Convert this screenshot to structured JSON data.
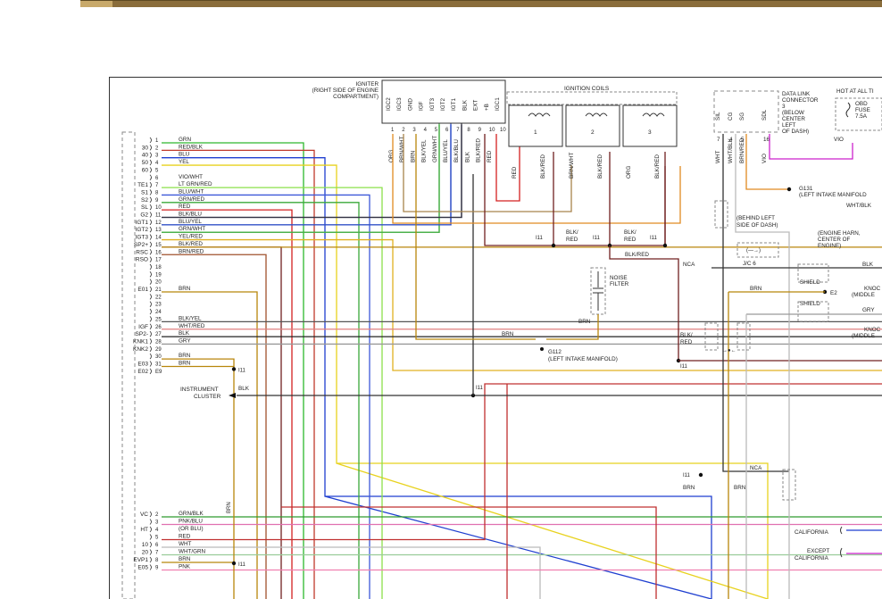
{
  "igniter": {
    "title_lines": [
      "IGNITER",
      "(RIGHT SIDE OF ENGINE",
      "COMPARTMENT)"
    ],
    "pins": [
      {
        "name": "IGC2",
        "num": "1"
      },
      {
        "name": "IGC3",
        "num": "2"
      },
      {
        "name": "GND",
        "num": "3"
      },
      {
        "name": "IGF",
        "num": "4"
      },
      {
        "name": "IGT3",
        "num": "5"
      },
      {
        "name": "IGT2",
        "num": "6"
      },
      {
        "name": "IGT1",
        "num": "7"
      },
      {
        "name": "BLK",
        "num": "8"
      },
      {
        "name": "EXT",
        "num": "9"
      },
      {
        "name": "+B",
        "num": "10"
      },
      {
        "name": "IGC1",
        "num": "10"
      }
    ],
    "wire_colors": [
      "ORG",
      "BRN/WHT",
      "BRN",
      "BLK/YEL",
      "GRN/WHT",
      "BLU/YEL",
      "BLK/BLU",
      "BLK",
      "BLK/RED",
      "RED"
    ]
  },
  "coils": {
    "title": "IGNITION COILS",
    "units": [
      "1",
      "2",
      "3"
    ],
    "wire_labels": [
      "RED",
      "BLK/RED",
      "BRN/WHT",
      "BLK/RED",
      "ORG",
      "BLK/RED"
    ]
  },
  "splices": {
    "i11": "I11",
    "blk_red_a": "BLK/ RED",
    "blk_red_b": "BLK/ RED",
    "blk_red_c": "BLK/RED",
    "blk_red_d": "BLK/ RED"
  },
  "noise_filter": {
    "lines": [
      "NOISE",
      "FILTER"
    ],
    "wire": "BRN"
  },
  "ground_g112": {
    "id": "G112",
    "location": "(LEFT INTAKE MANIFOLD)",
    "wire": "BRN"
  },
  "data_link": {
    "pins": [
      "SIL",
      "CG",
      "SG",
      "SDL"
    ],
    "pin_nums": [
      "7",
      "4",
      "5",
      "16"
    ],
    "title_lines": [
      "DATA LINK",
      "CONNECTOR",
      "3",
      "(BELOW",
      "CENTER",
      "LEFT",
      "OF DASH)"
    ],
    "wires": [
      "WHT",
      "WHT/BLK",
      "BRN/RED",
      "VIO"
    ]
  },
  "hot_at_all_times": {
    "title": "HOT AT ALL TI",
    "fuse_lines": [
      "OBD",
      "FUSE",
      "7.5A"
    ],
    "wire": "VIO"
  },
  "ground_g131": {
    "id": "G131",
    "location": "(LEFT INTAKE MANIFOLD",
    "wire": "WHT/BLK"
  },
  "jc6": {
    "label": "J/C 6",
    "location_lines": [
      "(BEHIND LEFT",
      "SIDE OF DASH)"
    ]
  },
  "engine_harness": {
    "lines": [
      "(ENGINE HARN,",
      "CENTER OF",
      "ENGINE)"
    ]
  },
  "knock": {
    "shield": "SHIELD",
    "e2": "E2",
    "lines_a": [
      "KNOC",
      "(MIDDLE"
    ],
    "lines_b": [
      "KNOC",
      "(MIDDLE"
    ],
    "wire_blk": "BLK",
    "wire_gry": "GRY",
    "wire_brn": "BRN"
  },
  "nca": "NCA",
  "right_misc": {
    "i11": "I11",
    "brn_a": "BRN",
    "brn_b": "BRN",
    "nca": "NCA",
    "blk_red": "BLK/ RED"
  },
  "california": {
    "cal": "CALIFORNIA",
    "except": [
      "EXCEPT",
      "CALIFORNIA"
    ]
  },
  "instrument_cluster": {
    "lines": [
      "INSTRUMENT",
      "CLUSTER"
    ],
    "wire": "BLK"
  },
  "ecm_rows": [
    {
      "sig": "",
      "num": "1",
      "wire": "GRN",
      "color": "#2db82d"
    },
    {
      "sig": "30",
      "num": "2",
      "wire": "RED/BLK",
      "color": "#c0392b"
    },
    {
      "sig": "40",
      "num": "3",
      "wire": "BLU",
      "color": "#1f3fd0"
    },
    {
      "sig": "50",
      "num": "4",
      "wire": "YEL",
      "color": "#e8d21e"
    },
    {
      "sig": "60",
      "num": "5",
      "wire": "",
      "color": ""
    },
    {
      "sig": "",
      "num": "6",
      "wire": "VIO/WHT",
      "color": "#a040c0"
    },
    {
      "sig": "TE1",
      "num": "7",
      "wire": "LT GRN/RED",
      "color": "#8be04a"
    },
    {
      "sig": "S1",
      "num": "8",
      "wire": "BLU/WHT",
      "color": "#3c58d8"
    },
    {
      "sig": "S2",
      "num": "9",
      "wire": "GRN/RED",
      "color": "#3aa83a"
    },
    {
      "sig": "SL",
      "num": "10",
      "wire": "RED",
      "color": "#d42020"
    },
    {
      "sig": "G2",
      "num": "11",
      "wire": "BLK/BLU",
      "color": "#334"
    },
    {
      "sig": "IGT1",
      "num": "12",
      "wire": "BLU/YEL",
      "color": "#3050c8"
    },
    {
      "sig": "IGT2",
      "num": "13",
      "wire": "GRN/WHT",
      "color": "#48b048"
    },
    {
      "sig": "IGT3",
      "num": "14",
      "wire": "YEL/RED",
      "color": "#e0b020"
    },
    {
      "sig": "SP2+",
      "num": "15",
      "wire": "BLK/RED",
      "color": "#702020"
    },
    {
      "sig": "RSC",
      "num": "16",
      "wire": "BRN/RED",
      "color": "#a0522d"
    },
    {
      "sig": "RSO",
      "num": "17",
      "wire": "",
      "color": ""
    },
    {
      "sig": "",
      "num": "18",
      "wire": "",
      "color": ""
    },
    {
      "sig": "",
      "num": "19",
      "wire": "",
      "color": ""
    },
    {
      "sig": "",
      "num": "20",
      "wire": "",
      "color": ""
    },
    {
      "sig": "E01",
      "num": "21",
      "wire": "BRN",
      "color": "#b8860b"
    },
    {
      "sig": "",
      "num": "22",
      "wire": "",
      "color": ""
    },
    {
      "sig": "",
      "num": "23",
      "wire": "",
      "color": ""
    },
    {
      "sig": "",
      "num": "24",
      "wire": "",
      "color": ""
    },
    {
      "sig": "",
      "num": "25",
      "wire": "BLK/YEL",
      "color": "#555"
    },
    {
      "sig": "IGF",
      "num": "26",
      "wire": "WHT/RED",
      "color": "#e08080"
    },
    {
      "sig": "SP2-",
      "num": "27",
      "wire": "BLK",
      "color": "#222"
    },
    {
      "sig": "KNK1",
      "num": "28",
      "wire": "GRY",
      "color": "#999"
    },
    {
      "sig": "KNK2",
      "num": "29",
      "wire": "",
      "color": ""
    },
    {
      "sig": "",
      "num": "30",
      "wire": "BRN",
      "color": "#b8860b"
    },
    {
      "sig": "E03",
      "num": "31",
      "wire": "BRN",
      "color": "#b8860b"
    },
    {
      "sig": "E02",
      "num": "E9",
      "wire": "",
      "color": ""
    }
  ],
  "ecm_rows_b": [
    {
      "sig": "VC",
      "num": "2",
      "wire": "GRN/BLK",
      "color": "#2d9a2d"
    },
    {
      "sig": "",
      "num": "3",
      "wire": "PNK/BLU",
      "color": "#e070b0"
    },
    {
      "sig": "HT",
      "num": "4",
      "wire": "(OR BLU)",
      "color": "#e070b0"
    },
    {
      "sig": "",
      "num": "5",
      "wire": "RED",
      "color": "#d42020"
    },
    {
      "sig": "10",
      "num": "6",
      "wire": "WHT",
      "color": "#bbb"
    },
    {
      "sig": "20",
      "num": "7",
      "wire": "WHT/GRN",
      "color": "#99cc99"
    },
    {
      "sig": "EVP1",
      "num": "8",
      "wire": "BRN",
      "color": "#b8860b"
    },
    {
      "sig": "E05",
      "num": "9",
      "wire": "PNK",
      "color": "#f080b0"
    }
  ]
}
